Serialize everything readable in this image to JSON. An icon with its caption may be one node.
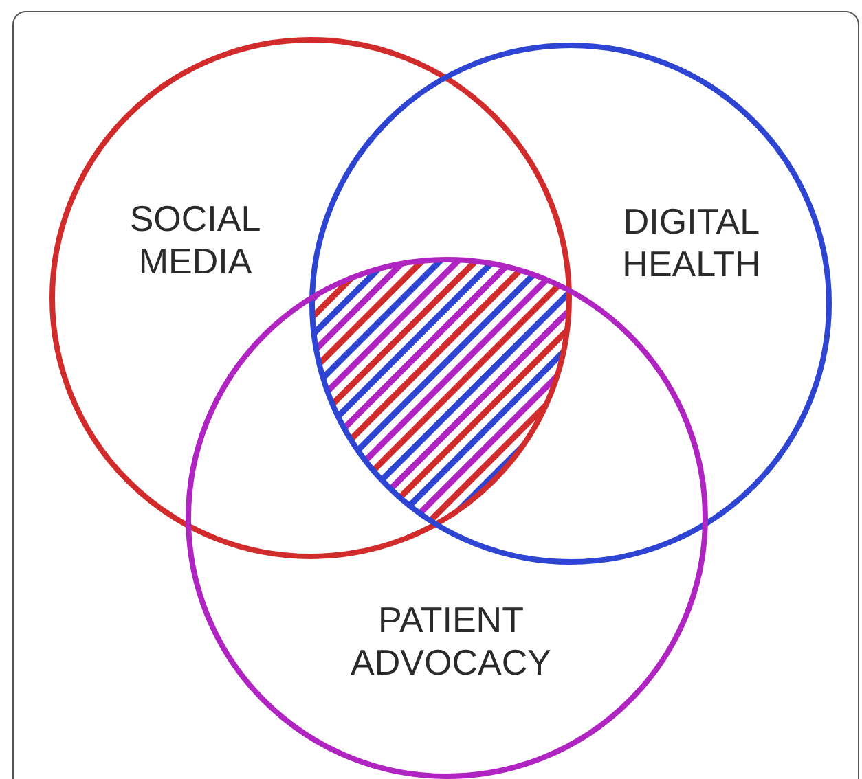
{
  "diagram": {
    "nodes": [
      {
        "text": [
          "SOCIAL MEDIA"
        ]
      },
      {
        "text": [
          "DIGITAL HEALTH"
        ]
      },
      {
        "text": [
          "PATIENT ADVOCACY"
        ]
      }
    ],
    "edges": []
  }
}
